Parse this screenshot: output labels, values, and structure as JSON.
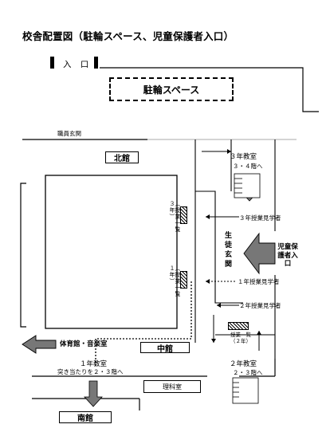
{
  "title": "校舎配置図（駐輪スペース、児童保護者入口）",
  "entrance_label": "入 口",
  "parking_label": "駐輪スペース",
  "staff_entrance": "職員玄関",
  "north_building": "北館",
  "middle_building": "中館",
  "south_building": "南館",
  "science_room": "理科室",
  "gym_music": "体育館・音楽室",
  "grade3_room": "３年教室",
  "grade3_floor": "３・４階へ",
  "grade1_room": "１年教室",
  "grade1_floor": "突き当たりを２・３階へ",
  "grade2_room": "２年教室",
  "grade2_floor": "２・３階へ",
  "grade3_observer": "３年授業見学者",
  "grade1_observer": "１年授業見学者",
  "grade2_observer": "２年授業見学者",
  "student_entrance": "生徒玄関",
  "parent_entrance": "児童保護者入口",
  "schedule_g3": "（授業一覧３年）",
  "schedule_g1": "（授業一覧１年）",
  "schedule_g2": "授業一覧（２年）"
}
